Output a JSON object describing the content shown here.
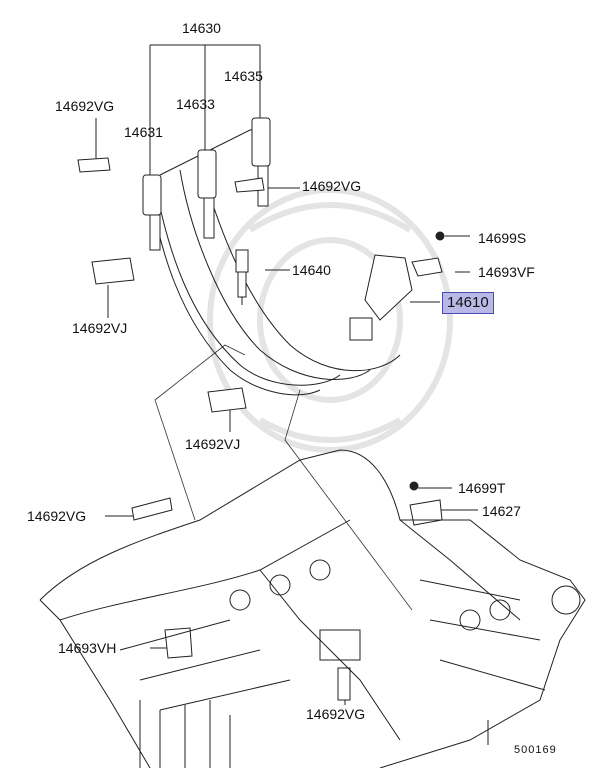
{
  "labels": {
    "p14630": "14630",
    "p14635": "14635",
    "p14633": "14633",
    "p14631": "14631",
    "p14692vg_top": "14692VG",
    "p14692vg_mid": "14692VG",
    "p14640": "14640",
    "p14692vj_left": "14692VJ",
    "p14699s": "14699S",
    "p14693vf": "14693VF",
    "p14610": "14610",
    "p14692vj_center": "14692VJ",
    "p14699t": "14699T",
    "p14627": "14627",
    "p14692vg_left": "14692VG",
    "p14693vh": "14693VH",
    "p14692vg_bottom": "14692VG"
  },
  "highlight_color": "#b9b9e8",
  "diagram_code": "500169"
}
